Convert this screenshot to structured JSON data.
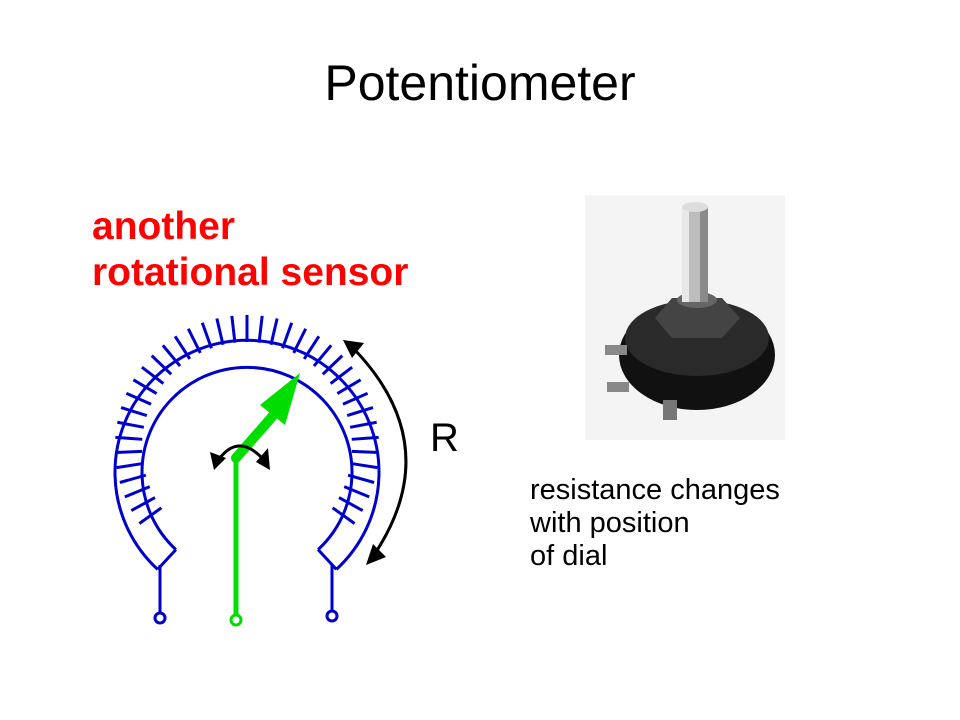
{
  "slide": {
    "title": "Potentiometer",
    "subtitle_lines": [
      "another",
      "rotational sensor"
    ],
    "caption_lines": [
      "resistance changes",
      "with position",
      "of dial"
    ],
    "resistance_label": "R"
  },
  "colors": {
    "title_text": "#000000",
    "subtitle_text": "#ff0000",
    "resistor": "#0000cc",
    "wiper": "#00dd00",
    "direction_arrow": "#000000"
  },
  "icons": {
    "photo": "potentiometer-photo",
    "resistive-track": "resistive-arc",
    "wiper": "wiper-arrow"
  }
}
